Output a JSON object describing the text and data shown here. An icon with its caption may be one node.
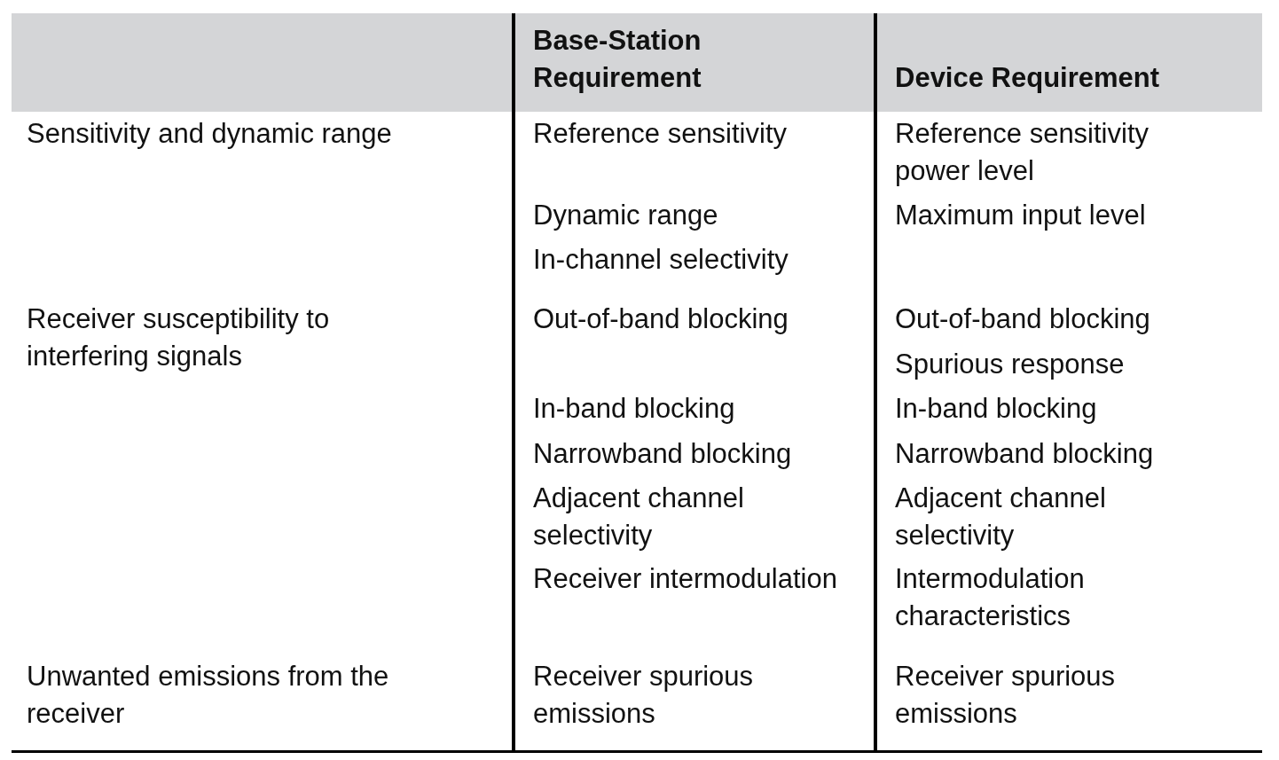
{
  "diagram": {
    "labels": [
      "Base-Station Requirement",
      "Device Requirement",
      "Sensitivity and dynamic range",
      "Reference sensitivity",
      "Reference sensitivity power level",
      "Dynamic range",
      "Maximum input level",
      "In-channel selectivity",
      "Receiver susceptibility to interfering signals",
      "Out-of-band blocking",
      "Out-of-band blocking",
      "Spurious response",
      "In-band blocking",
      "In-band blocking",
      "Narrowband blocking",
      "Narrowband blocking",
      "Adjacent channel selectivity",
      "Adjacent channel selectivity",
      "Receiver intermodulation",
      "Intermodulation characteristics",
      "Unwanted emissions from the receiver",
      "Receiver spurious emissions",
      "Receiver spurious emissions"
    ]
  }
}
